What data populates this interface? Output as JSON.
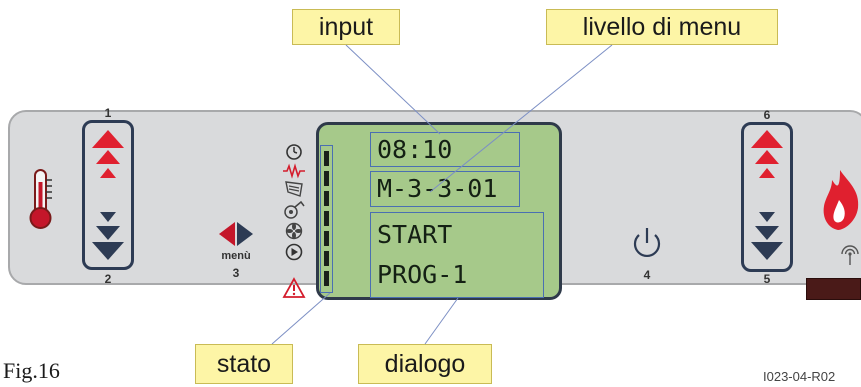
{
  "callouts": {
    "input": "input",
    "menu_level": "livello di menu",
    "status": "stato",
    "dialog": "dialogo"
  },
  "lcd": {
    "time": "08:10",
    "menu_code": "M-3-3-01",
    "line1": "START",
    "line2": "PROG-1"
  },
  "buttons": {
    "b1": "1",
    "b2": "2",
    "menu_label": "menù",
    "b3": "3",
    "b4": "4",
    "b5": "5",
    "b6": "6"
  },
  "figure_label": "Fig.16",
  "code_label": "I023-04-R02",
  "colors": {
    "panel": "#d9dadc",
    "lcd": "#a6c98a",
    "callout": "#fdf5a6",
    "up_arrow": "#e0202f",
    "down_arrow": "#2d3b54",
    "field_border": "#4a6fb2"
  },
  "status_icons": [
    "clock-icon",
    "resistance-icon",
    "auger-icon",
    "fan-blower-icon",
    "fan-icon",
    "play-icon",
    "warning-icon"
  ]
}
